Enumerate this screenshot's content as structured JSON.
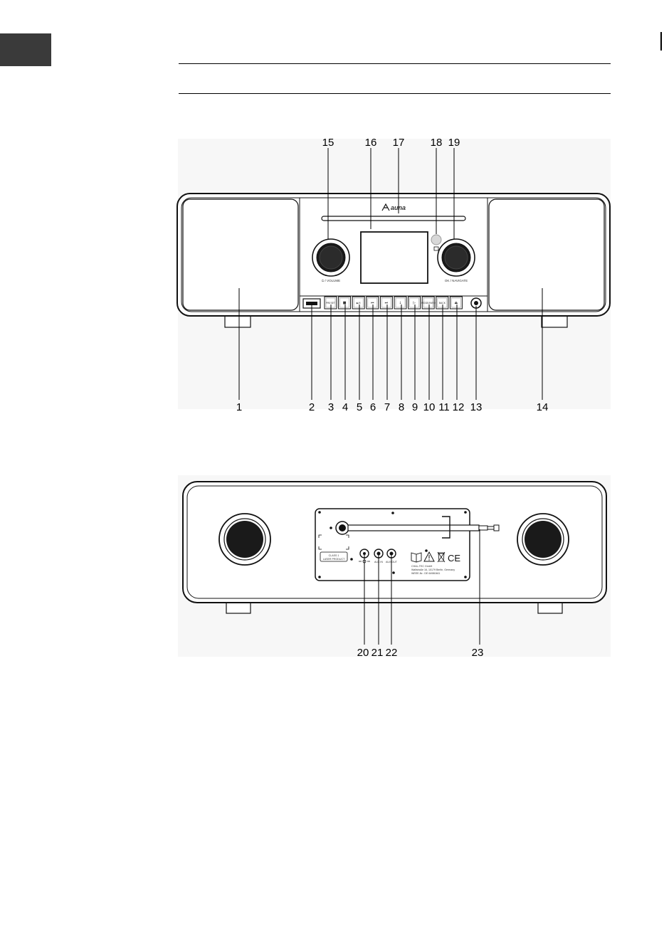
{
  "front_view": {
    "brand": "auna",
    "knob_labels": {
      "volume": "⏻ / VOLUME",
      "navigate": "OK / NAVIGATE"
    },
    "buttons": [
      "PRESET",
      "■",
      "▶/II",
      "⏮",
      "⏭",
      "↓",
      "▷",
      "MODE/INFO",
      "BACK",
      "⏏"
    ],
    "callouts": [
      "1",
      "2",
      "3",
      "4",
      "5",
      "6",
      "7",
      "8",
      "9",
      "10",
      "11",
      "12",
      "13",
      "14",
      "15",
      "16",
      "17",
      "18",
      "19"
    ]
  },
  "rear_view": {
    "port_labels": [
      "AUX IN",
      "AUX OUT"
    ],
    "laser_label": [
      "CLASS 1",
      "LASER PRODUCT"
    ],
    "info_text": [
      "CHAL-TEC GmbH",
      "Wallstraße 16, 10179 Berlin, Germany",
      "WEEE-Nr.: DE 64980461"
    ],
    "ce_mark": "CE",
    "callouts": [
      "20",
      "21",
      "22",
      "23"
    ]
  }
}
